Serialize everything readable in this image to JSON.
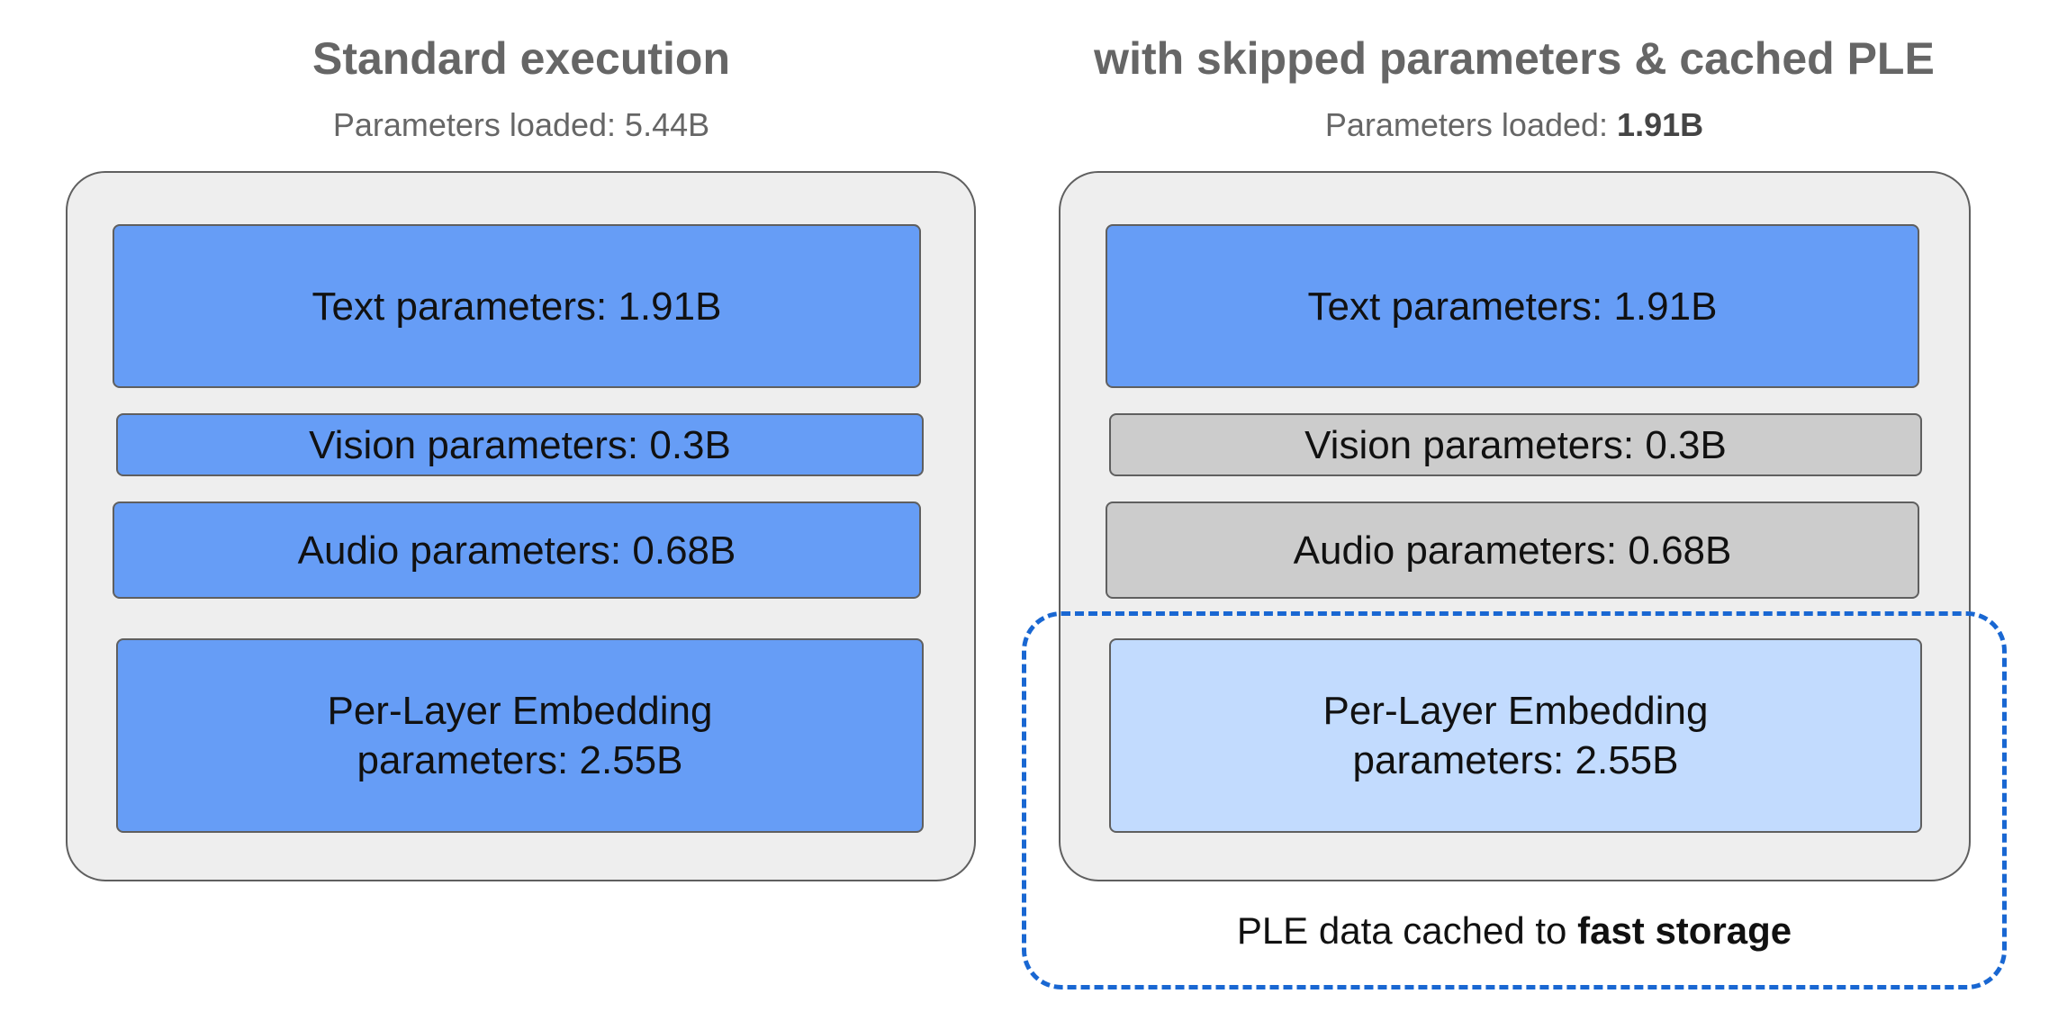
{
  "left": {
    "title": "Standard execution",
    "subtitle_prefix": "Parameters loaded: ",
    "subtitle_value": "5.44B",
    "blocks": [
      {
        "label": "Text parameters: 1.91B",
        "state": "loaded"
      },
      {
        "label": "Vision parameters: 0.3B",
        "state": "loaded"
      },
      {
        "label": "Audio parameters: 0.68B",
        "state": "loaded"
      },
      {
        "label_line1": "Per-Layer Embedding",
        "label_line2": "parameters: 2.55B",
        "state": "loaded"
      }
    ]
  },
  "right": {
    "title": "with skipped parameters & cached PLE",
    "subtitle_prefix": "Parameters loaded: ",
    "subtitle_value": "1.91B",
    "blocks": [
      {
        "label": "Text parameters: 1.91B",
        "state": "loaded"
      },
      {
        "label": "Vision parameters: 0.3B",
        "state": "skipped"
      },
      {
        "label": "Audio parameters: 0.68B",
        "state": "skipped"
      },
      {
        "label_line1": "Per-Layer Embedding",
        "label_line2": "parameters: 2.55B",
        "state": "cached"
      }
    ],
    "cache_caption_prefix": "PLE data cached to ",
    "cache_caption_bold": "fast storage"
  },
  "colors": {
    "loaded": "#669df6",
    "skipped": "#cccccc",
    "cached": "#c2dbfe",
    "container": "#eeeeee",
    "cache_boundary": "#1967d2"
  }
}
